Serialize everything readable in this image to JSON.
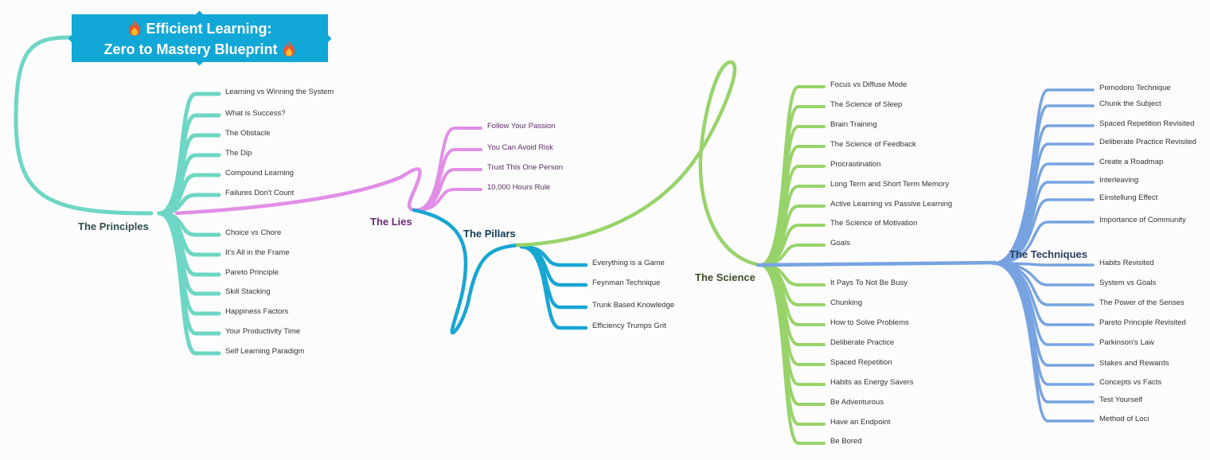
{
  "title": {
    "line1": "Efficient Learning:",
    "line2": "Zero to Mastery Blueprint",
    "icon": "fire-icon"
  },
  "colors": {
    "principles": "#6ed6c4",
    "lies": "#e08ee6",
    "pillars": "#18a6d3",
    "science": "#98d36a",
    "techniques": "#77a3e0",
    "title_bg": "#11a7d6"
  },
  "branches": {
    "principles": {
      "label": "The Principles",
      "items": [
        "Learning vs Winning the System",
        "What is Success?",
        "The Obstacle",
        "The Dip",
        "Compound Learning",
        "Failures Don't Count",
        "Choice vs Chore",
        "It's All in the Frame",
        "Pareto Principle",
        "Skill Stacking",
        "Happiness Factors",
        "Your Productivity Time",
        "Self Learning Paradigm"
      ]
    },
    "lies": {
      "label": "The Lies",
      "items": [
        "Follow Your Passion",
        "You Can Avoid Risk",
        "Trust This One Person",
        "10,000 Hours Rule"
      ]
    },
    "pillars": {
      "label": "The Pillars",
      "items": [
        "Everything is a Game",
        "Feynman Technique",
        "Trunk Based Knowledge",
        "Efficiency Trumps Grit"
      ]
    },
    "science": {
      "label": "The Science",
      "items": [
        "Focus vs Diffuse Mode",
        "The Science of Sleep",
        "Brain Training",
        "The Science of Feedback",
        "Procrastination",
        "Long Term and Short Term Memory",
        "Active Learning vs Passive Learning",
        "The Science of Motivation",
        "Goals",
        "It Pays To Not Be Busy",
        "Chunking",
        "How to Solve Problems",
        "Deliberate Practice",
        "Spaced Repetition",
        "Habits as Energy Savers",
        "Be Adventurous",
        "Have an Endpoint",
        "Be Bored"
      ]
    },
    "techniques": {
      "label": "The Techniques",
      "items": [
        "Pomodoro Technique",
        "Chunk the Subject",
        "Spaced Repetition Revisited",
        "Deliberate Practice Revisited",
        "Create a Roadmap",
        "Interleaving",
        "Einstellung Effect",
        "Importance of Community",
        "Habits Revisited",
        "System vs Goals",
        "The Power of the Senses",
        "Pareto Principle Revisited",
        "Parkinson's Law",
        "Stakes and Rewards",
        "Concepts vs Facts",
        "Test Yourself",
        "Method of Loci"
      ]
    }
  }
}
